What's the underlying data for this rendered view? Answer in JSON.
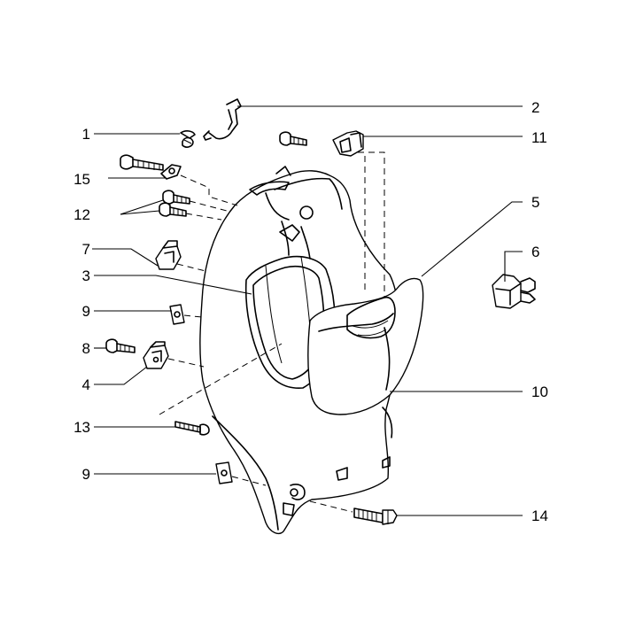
{
  "callouts": [
    {
      "id": "c1",
      "label": "1"
    },
    {
      "id": "c2",
      "label": "2"
    },
    {
      "id": "c15",
      "label": "15"
    },
    {
      "id": "c12",
      "label": "12"
    },
    {
      "id": "c7",
      "label": "7"
    },
    {
      "id": "c3",
      "label": "3"
    },
    {
      "id": "c9a",
      "label": "9"
    },
    {
      "id": "c8",
      "label": "8"
    },
    {
      "id": "c4",
      "label": "4"
    },
    {
      "id": "c13",
      "label": "13"
    },
    {
      "id": "c9b",
      "label": "9"
    },
    {
      "id": "c11",
      "label": "11"
    },
    {
      "id": "c5",
      "label": "5"
    },
    {
      "id": "c6",
      "label": "6"
    },
    {
      "id": "c10",
      "label": "10"
    },
    {
      "id": "c14",
      "label": "14"
    }
  ]
}
